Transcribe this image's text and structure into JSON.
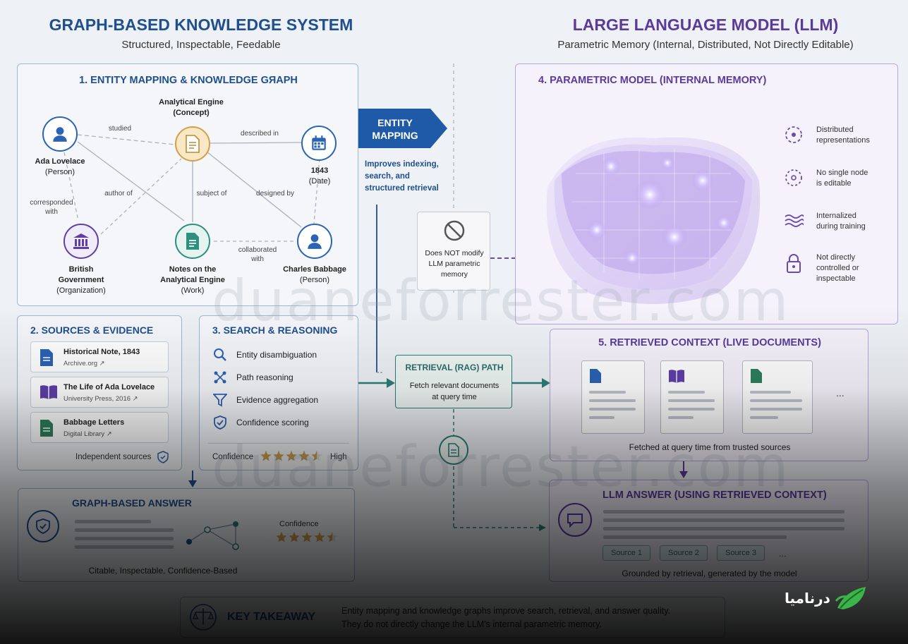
{
  "left_header": {
    "title": "GRAPH-BASED KNOWLEDGE SYSTEM",
    "subtitle": "Structured, Inspectable, Feedable"
  },
  "right_header": {
    "title": "LARGE LANGUAGE MODEL (LLM)",
    "subtitle": "Parametric Memory (Internal, Distributed, Not Directly Editable)"
  },
  "panel1": {
    "title": "1. ENTITY MAPPING & KNOWLEDGE GЯAPH",
    "nodes": {
      "ada": {
        "name": "Ada Lovelace",
        "type": "(Person)"
      },
      "engine": {
        "name": "Analytical Engine",
        "type": "(Concept)"
      },
      "date": {
        "name": "1843",
        "type": "(Date)"
      },
      "gov": {
        "name": "British Government",
        "name1": "British",
        "name2": "Government",
        "type": "(Organization)"
      },
      "notes": {
        "name1": "Notes on the",
        "name2": "Analytical Engine",
        "type": "(Work)"
      },
      "babbage": {
        "name": "Charles Babbage",
        "type": "(Person)"
      }
    },
    "edges": {
      "studied": "studied",
      "described_in": "described in",
      "author_of": "author of",
      "subject_of": "subject of",
      "designed_by": "designed by",
      "corresponded_with_1": "corresponded",
      "corresponded_with_2": "with",
      "collaborated_with_1": "collaborated",
      "collaborated_with_2": "with"
    }
  },
  "entity_mapping": {
    "label1": "ENTITY",
    "label2": "MAPPING",
    "desc1": "Improves indexing,",
    "desc2": "search, and",
    "desc3": "structured retrieval"
  },
  "no_modify": {
    "line1": "Does NOT modify",
    "line2": "LLM parametric",
    "line3": "memory"
  },
  "panel4": {
    "title": "4. PARAMETRIC MODEL (INTERNAL MEMORY)",
    "items": [
      {
        "icon": "distributed-icon",
        "line1": "Distributed",
        "line2": "representations"
      },
      {
        "icon": "node-icon",
        "line1": "No single node",
        "line2": "is editable"
      },
      {
        "icon": "waves-icon",
        "line1": "Internalized",
        "line2": "during training"
      },
      {
        "icon": "lock-icon",
        "line1": "Not directly",
        "line2": "controlled or",
        "line3": "inspectable"
      }
    ]
  },
  "panel2": {
    "title": "2. SOURCES & EVIDENCE",
    "sources": [
      {
        "title": "Historical Note, 1843",
        "sub": "Archive.org ↗",
        "color": "#2b63b5"
      },
      {
        "title": "The Life of Ada Lovelace",
        "sub": "University Press, 2016 ↗",
        "color": "#5e3fa8"
      },
      {
        "title": "Babbage Letters",
        "sub": "Digital Library ↗",
        "color": "#2e7f5f"
      }
    ],
    "footer": "Independent sources"
  },
  "panel3": {
    "title": "3. SEARCH & REASONING",
    "items": [
      "Entity disambiguation",
      "Path reasoning",
      "Evidence aggregation",
      "Confidence scoring"
    ],
    "confidence_label": "Confidence",
    "confidence_level": "High",
    "stars": 4.5
  },
  "rag": {
    "title": "RETRIEVAL (RAG) PATH",
    "line1": "Fetch relevant documents",
    "line2": "at query time"
  },
  "panel5": {
    "title": "5. RETRIEVED CONTEXT (LIVE DOCUMENTS)",
    "ellipsis": "...",
    "footer": "Fetched at query time from trusted sources"
  },
  "graph_answer": {
    "title": "GRAPH-BASED ANSWER",
    "confidence_label": "Confidence",
    "footer": "Citable, Inspectable, Confidence-Based",
    "stars": 4.5
  },
  "llm_answer": {
    "title": "LLM ANSWER (USING RETRIEVED CONTEXT)",
    "sources": [
      "Source 1",
      "Source 2",
      "Source 3"
    ],
    "ellipsis": "...",
    "footer": "Grounded by retrieval, generated by the model"
  },
  "takeaway": {
    "title": "KEY TAKEAWAY",
    "line1": "Entity mapping and knowledge graphs improve search, retrieval, and answer quality.",
    "line2": "They do not directly change the LLM's internal parametric memory."
  },
  "watermark": "duaneforrester.com",
  "logo_text": "درنامیا",
  "colors": {
    "blue": "#1f4f8f",
    "purple": "#5a3b9a",
    "teal": "#2b7f76",
    "gold": "#d2a04a"
  }
}
